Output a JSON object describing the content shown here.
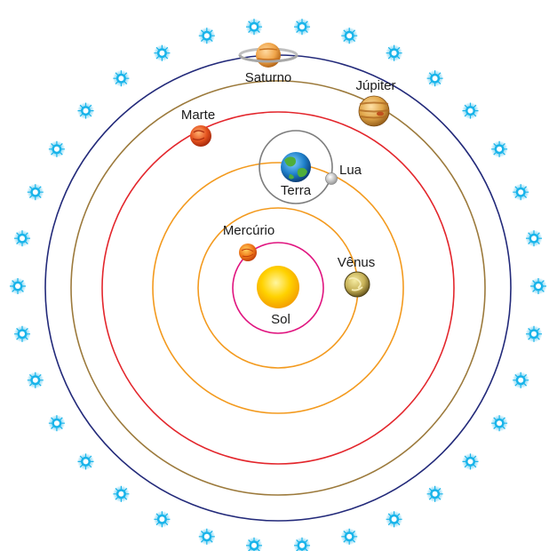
{
  "diagram": {
    "labels": {
      "sol": "Sol",
      "mercurio": "Mercúrio",
      "venus": "Vênus",
      "terra": "Terra",
      "lua": "Lua",
      "marte": "Marte",
      "jupiter": "Júpiter",
      "saturno": "Saturno"
    },
    "colors": {
      "background": "#ffffff",
      "orbit_mercurio": "#e0147f",
      "orbit_venus": "#f39a1e",
      "orbit_sol": "#f39a1e",
      "orbit_lua": "#7d7d7d",
      "orbit_marte": "#e3262c",
      "orbit_jupiter": "#9c7a3c",
      "orbit_saturno": "#232a7a",
      "sun": "#ffd200",
      "star": "#19b4ea"
    }
  }
}
